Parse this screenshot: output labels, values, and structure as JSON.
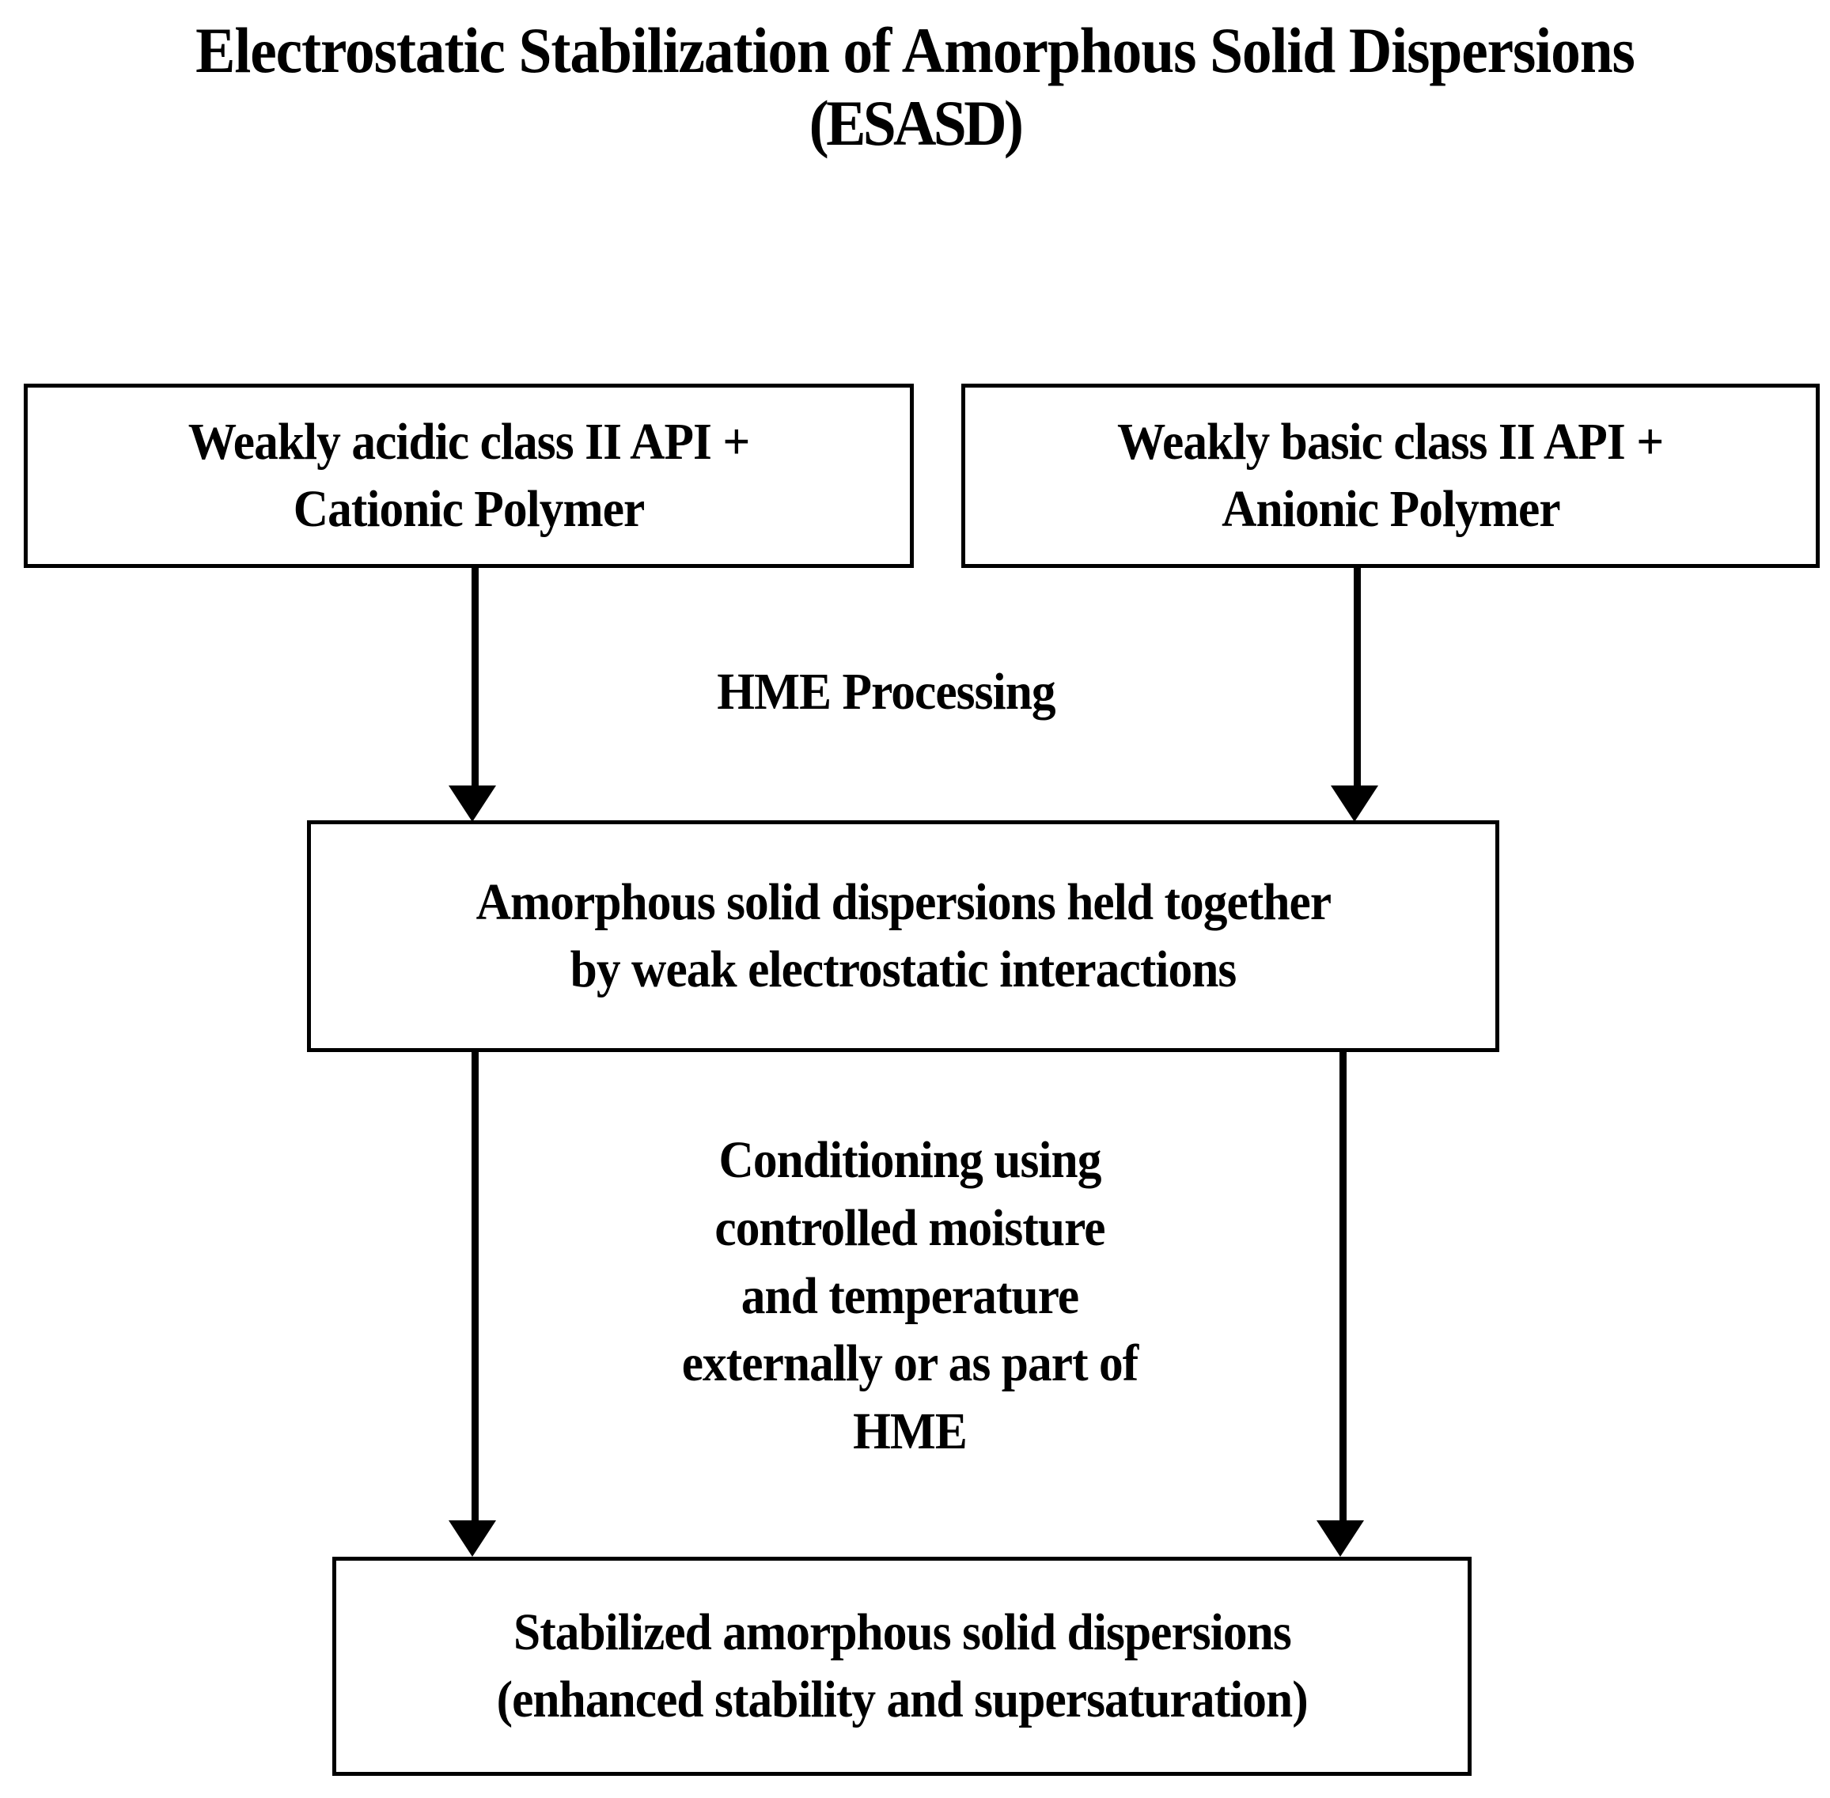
{
  "figure": {
    "title_lines": [
      "Electrostatic Stabilization of Amorphous Solid Dispersions",
      "(ESASD)"
    ]
  },
  "chart_data": {
    "type": "diagram",
    "title": "Electrostatic Stabilization of Amorphous Solid Dispersions (ESASD)",
    "orientation": "top-to-bottom flowchart",
    "nodes": [
      {
        "id": "acidic-api",
        "lines": [
          "Weakly acidic class II API +",
          "Cationic Polymer"
        ],
        "row": 1,
        "column": "left"
      },
      {
        "id": "basic-api",
        "lines": [
          "Weakly basic class II API +",
          "Anionic Polymer"
        ],
        "row": 1,
        "column": "right"
      },
      {
        "id": "amorphous-dispersions",
        "lines": [
          "Amorphous solid dispersions held together",
          "by weak electrostatic interactions"
        ],
        "row": 2,
        "column": "center"
      },
      {
        "id": "stabilized-dispersions",
        "lines": [
          "Stabilized amorphous solid dispersions",
          "(enhanced stability and supersaturation)"
        ],
        "row": 3,
        "column": "center"
      }
    ],
    "edges": [
      {
        "id": "hme-left",
        "from": "acidic-api",
        "to": "amorphous-dispersions",
        "arrow": "down"
      },
      {
        "id": "hme-right",
        "from": "basic-api",
        "to": "amorphous-dispersions",
        "arrow": "down"
      },
      {
        "id": "conditioning-left",
        "from": "amorphous-dispersions",
        "to": "stabilized-dispersions",
        "arrow": "down"
      },
      {
        "id": "conditioning-right",
        "from": "amorphous-dispersions",
        "to": "stabilized-dispersions",
        "arrow": "down"
      }
    ],
    "edge_labels": [
      {
        "id": "hme-processing",
        "lines": [
          "HME Processing"
        ],
        "between": [
          "row1",
          "row2"
        ]
      },
      {
        "id": "conditioning",
        "lines": [
          "Conditioning using",
          "controlled moisture",
          "and temperature",
          "externally or as part of",
          "HME"
        ],
        "between": [
          "row2",
          "row3"
        ]
      }
    ],
    "colors": {
      "background": "#ffffff",
      "stroke": "#000000",
      "text": "#000000"
    }
  }
}
